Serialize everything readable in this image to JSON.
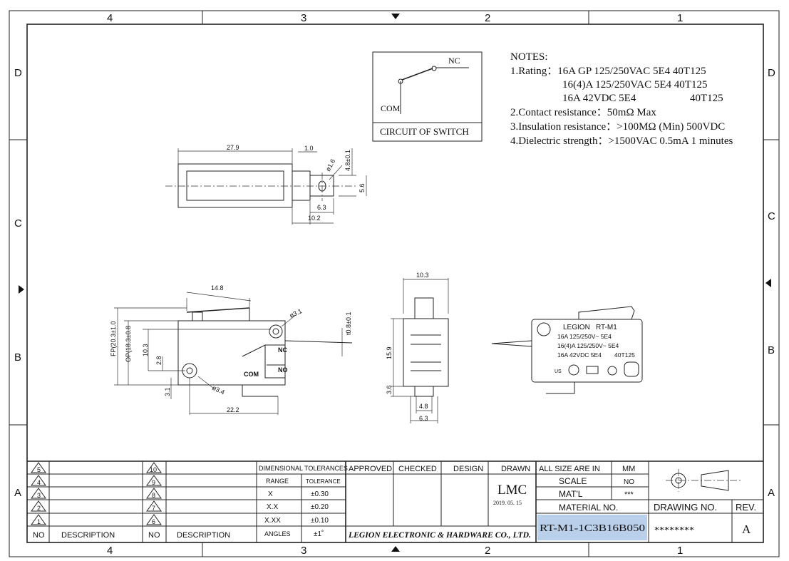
{
  "zones": {
    "top": [
      "4",
      "3",
      "2",
      "1"
    ],
    "bottom": [
      "4",
      "3",
      "2",
      "1"
    ],
    "left": [
      "D",
      "C",
      "B",
      "A"
    ],
    "right": [
      "D",
      "C",
      "B",
      "A"
    ]
  },
  "notes": {
    "heading": "NOTES:",
    "line1": "1.Rating：16A GP 125/250VAC 5E4  40T125",
    "line2": "16(4)A 125/250VAC 5E4  40T125",
    "line3a": "16A 42VDC 5E4",
    "line3b": "40T125",
    "line4": "2.Contact resistance：50mΩ Max",
    "line5": "3.Insulation resistance：>100MΩ (Min) 500VDC",
    "line6": "4.Dielectric strength：>1500VAC 0.5mA 1 minutes"
  },
  "circuit": {
    "nc": "NC",
    "com": "COM",
    "caption": "CIRCUIT OF SWITCH"
  },
  "top_view": {
    "d_length": "27.9",
    "d_tab": "1.0",
    "d_hole": "ø1.6",
    "d_tab_w": "4.8±0.1",
    "d_tab_h": "5.6",
    "d_63": "6.3",
    "d_102": "10.2"
  },
  "front_view": {
    "d_148": "14.8",
    "d_31": "ø3.1",
    "d_fp": "FP(20.3±1.0",
    "d_op": "OP(18.3±0.8",
    "d_103": "10.3",
    "d_28": "2.8",
    "d_31b": "3.1",
    "d_34": "ø3.4",
    "d_222": "22.2",
    "d_08": "t0.8±0.1",
    "nc": "NC",
    "no": "NO",
    "com": "COM"
  },
  "side_view": {
    "d_103": "10.3",
    "d_159": "15.9",
    "d_36": "3.6",
    "d_48": "4.8",
    "d_63": "6.3"
  },
  "back_view": {
    "brand": "LEGION",
    "model": "RT-M1",
    "r1": "16A 125/250V~ 5E4",
    "r2": "16(4)A 125/250V~ 5E4",
    "r3": "16A 42VDC 5E4",
    "r4": "40T125",
    "ul": "US"
  },
  "title_block": {
    "revisions_left": [
      "5",
      "4",
      "3",
      "2",
      "1"
    ],
    "revisions_right": [
      "10",
      "9",
      "8",
      "7",
      "6"
    ],
    "no": "NO",
    "description": "DESCRIPTION",
    "tol_header": "DIMENSIONAL TOLERANCES",
    "range": "RANGE",
    "tolerance": "TOLERANCE",
    "tol_rows": [
      {
        "range": "X",
        "tol": "±0.30"
      },
      {
        "range": "X.X",
        "tol": "±0.20"
      },
      {
        "range": "X.XX",
        "tol": "±0.10"
      },
      {
        "range": "ANGLES",
        "tol": "±1˚"
      }
    ],
    "approved": "APPROVED",
    "checked": "CHECKED",
    "design": "DESIGN",
    "drawn": "DRAWN",
    "drawn_by": "LMC",
    "drawn_date": "2019. 05. 15",
    "company": "LEGION ELECTRONIC & HARDWARE CO., LTD.",
    "all_size": "ALL SIZE ARE IN",
    "units": "MM",
    "scale": "SCALE",
    "scale_val": "NO",
    "matl": "MAT'L",
    "matl_val": "***",
    "material_no": "MATERIAL NO.",
    "material_val": "RT-M1-1C3B16B050",
    "drawing_no": "DRAWING NO.",
    "drawing_val": "********",
    "rev": "REV.",
    "rev_val": "A"
  },
  "colors": {
    "material_highlight": "#b9cfea",
    "ink": "#222222"
  }
}
